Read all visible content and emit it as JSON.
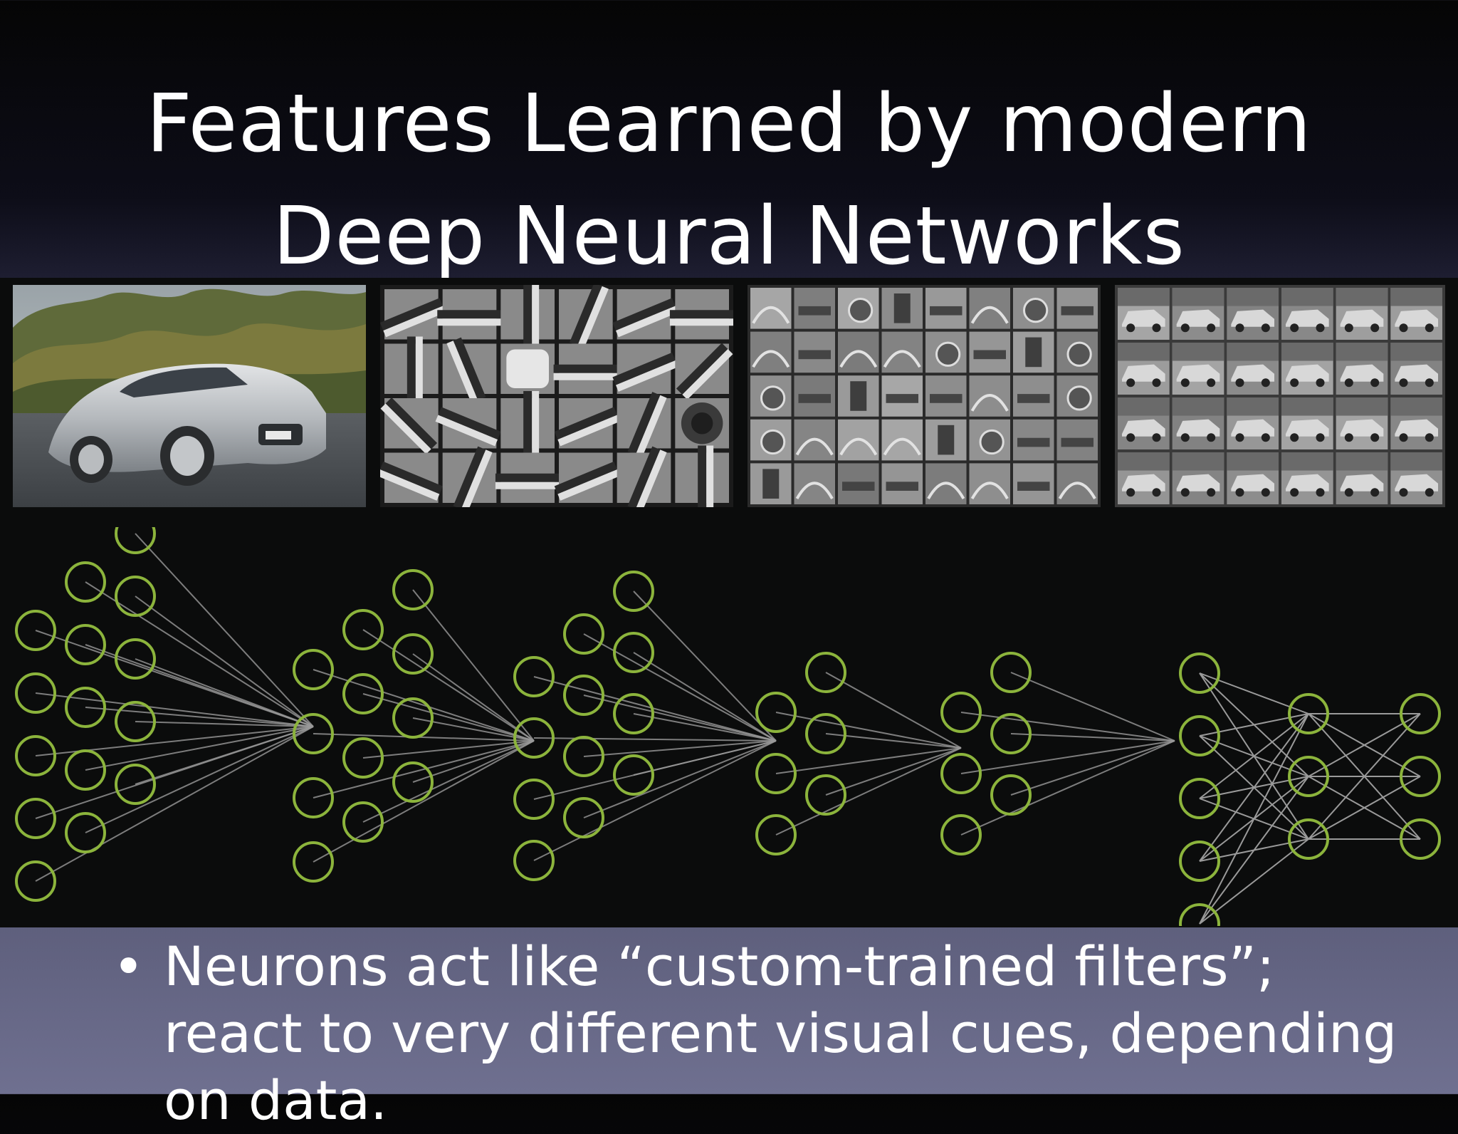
{
  "slide": {
    "title_line1": "Features Learned by modern",
    "title_line2": "Deep Neural Networks",
    "bullet_symbol": "•",
    "bullet_text": "Neurons act like “custom-trained filters”; react to very different visual cues, depending on data."
  },
  "colors": {
    "neuron_stroke": "#8cb43c",
    "connection": "#9a9a9a",
    "figure_background": "#0b0c0c"
  },
  "figure": {
    "panels": [
      {
        "name": "input-photo-car",
        "content": "photo of silver car on road"
      },
      {
        "name": "layer1-edge-filters"
      },
      {
        "name": "layer2-part-features"
      },
      {
        "name": "layer3-object-features"
      }
    ],
    "network": {
      "layers": [
        {
          "kind": "3d",
          "rows": 5,
          "cols": 3
        },
        {
          "kind": "3d",
          "rows": 4,
          "cols": 3
        },
        {
          "kind": "3d",
          "rows": 4,
          "cols": 3
        },
        {
          "kind": "3d",
          "rows": 3,
          "cols": 2
        },
        {
          "kind": "3d",
          "rows": 3,
          "cols": 2
        },
        {
          "kind": "flat",
          "count": 5
        },
        {
          "kind": "flat",
          "count": 3
        },
        {
          "kind": "flat",
          "count": 3
        }
      ]
    }
  }
}
